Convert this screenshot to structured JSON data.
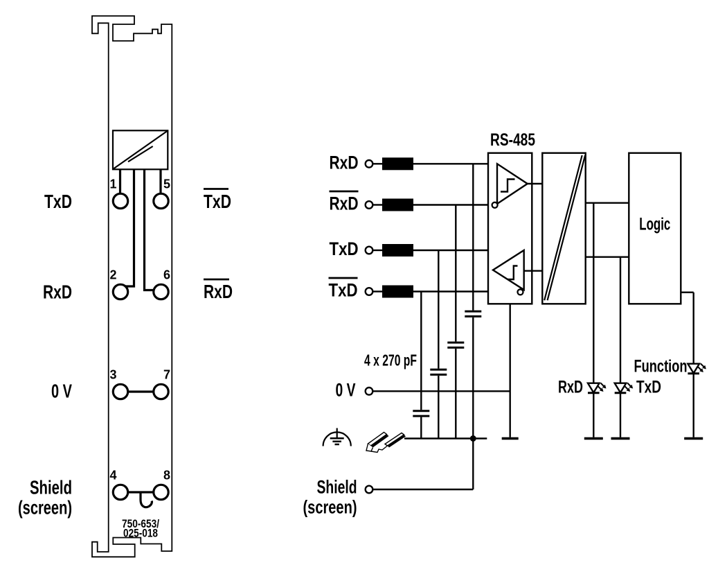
{
  "module": {
    "part_number": [
      "750-653/",
      "025-018"
    ],
    "pin_numbers": [
      "1",
      "2",
      "3",
      "4",
      "5",
      "6",
      "7",
      "8"
    ],
    "signals_left": [
      "TxD",
      "RxD",
      "0 V",
      "Shield",
      "(screen)"
    ],
    "signals_right": [
      "TxD",
      "RxD"
    ]
  },
  "schematic": {
    "interface_label": "RS-485",
    "logic_label": "Logic",
    "capacitor_label": "4 x 270 pF",
    "inputs": [
      "RxD",
      "RxD",
      "TxD",
      "TxD"
    ],
    "zero_volt_label": "0 V",
    "shield_label": [
      "Shield",
      "(screen)"
    ],
    "led_labels": [
      "RxD",
      "TxD",
      "Function"
    ]
  },
  "colors": {
    "line": "#000000",
    "background": "#ffffff"
  }
}
